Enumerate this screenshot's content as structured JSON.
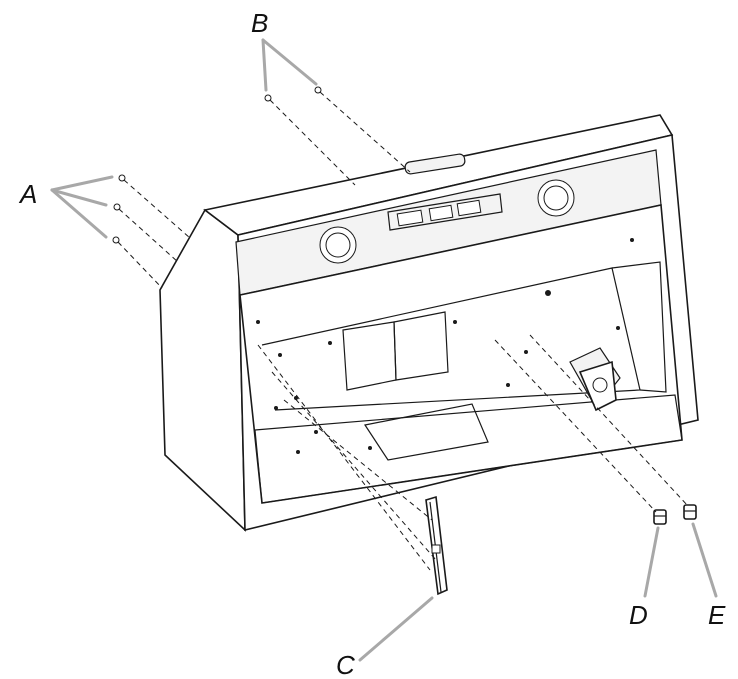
{
  "labels": {
    "a": "A",
    "b": "B",
    "c": "C",
    "d": "D",
    "e": "E"
  },
  "colors": {
    "line": "#1a1a1a",
    "leader": "#a8a8a8",
    "background": "#ffffff"
  }
}
